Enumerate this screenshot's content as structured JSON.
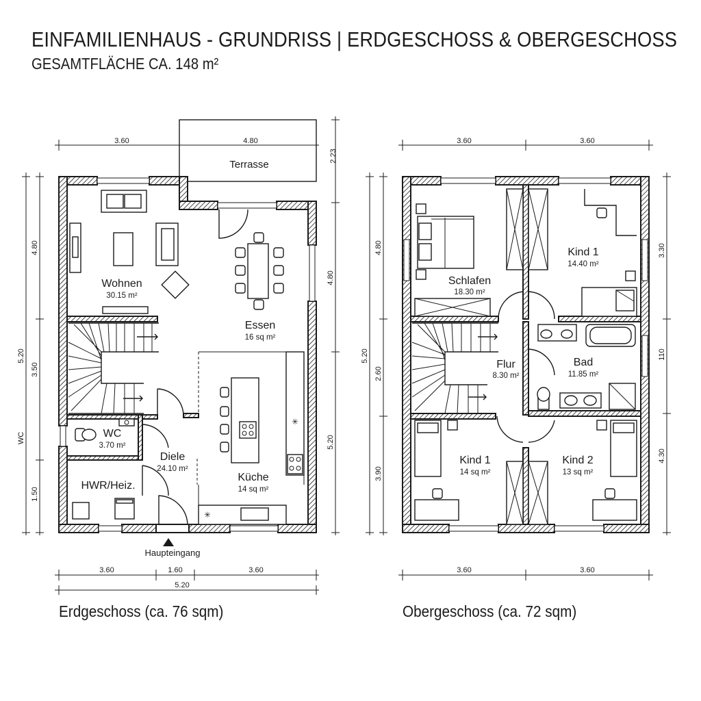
{
  "header": {
    "title": "EINFAMILIENHAUS - GRUNDRISS | ERDGESCHOSS & OBERGESCHOSS",
    "subtitle": "GESAMTFLÄCHE CA. 148 m²"
  },
  "ground_floor": {
    "caption": "Erdgeschoss (ca. 76 sqm)",
    "entrance_label": "Haupteingang",
    "terrace_label": "Terrasse",
    "rooms": {
      "wohnen": {
        "name": "Wohnen",
        "area": "30.15 m²"
      },
      "essen": {
        "name": "Essen",
        "area": "16 sq m²"
      },
      "wc": {
        "name": "WC",
        "area": "3.70 m²"
      },
      "diele": {
        "name": "Diele",
        "area": "24.10 m²"
      },
      "kueche": {
        "name": "Küche",
        "area": "14 sq m²"
      },
      "hwr": {
        "name": "HWR/Heiz."
      }
    },
    "dims": {
      "top_left": "3.60",
      "top_right": "4.80",
      "terrace_depth": "2.23",
      "left_total": "5.20",
      "left_upper": "4.80",
      "left_mid": "3.50",
      "left_wc": "WC",
      "left_lower": "1.50",
      "right_upper": "4.80",
      "right_lower": "5.20",
      "bottom_left": "3.60",
      "bottom_mid": "1.60",
      "bottom_right": "3.60",
      "bottom_total": "5.20"
    }
  },
  "upper_floor": {
    "caption": "Obergeschoss (ca. 72 sqm)",
    "rooms": {
      "schlafen": {
        "name": "Schlafen",
        "area": "18.30 m²"
      },
      "kind1_top": {
        "name": "Kind 1",
        "area": "14.40 m²"
      },
      "flur": {
        "name": "Flur",
        "area": "8.30 m²"
      },
      "bad": {
        "name": "Bad",
        "area": "11.85 m²"
      },
      "kind1_bottom": {
        "name": "Kind 1",
        "area": "14 sq m²"
      },
      "kind2": {
        "name": "Kind 2",
        "area": "13 sq m²"
      }
    },
    "dims": {
      "top_left": "3.60",
      "top_right": "3.60",
      "left_total": "5.20",
      "left_upper": "4.80",
      "left_mid": "2.60",
      "left_lower": "3.90",
      "right_upper": "3.30",
      "right_mid": "110",
      "right_lower": "4.30",
      "bottom_left": "3.60",
      "bottom_right": "3.60"
    }
  }
}
